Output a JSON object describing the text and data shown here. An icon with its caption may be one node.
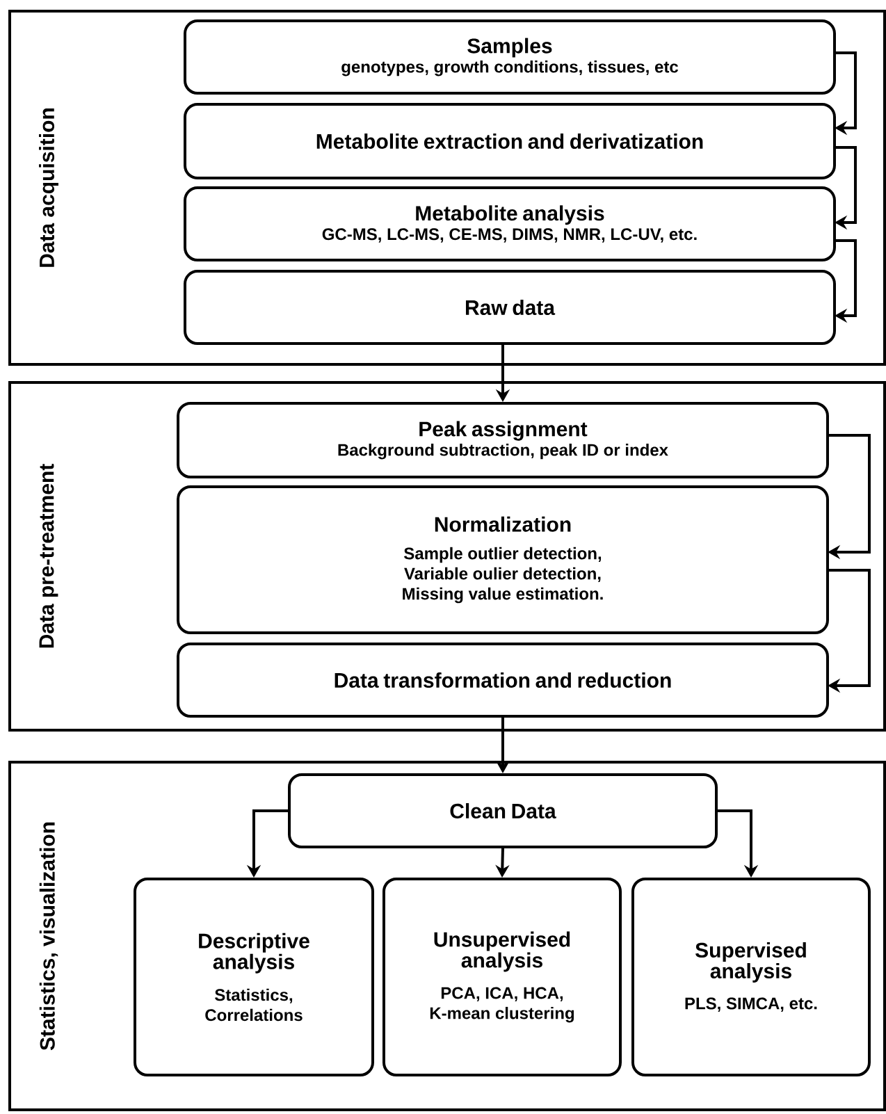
{
  "diagram": {
    "nodes": [
      {
        "text": [
          "Data acquisition"
        ]
      },
      {
        "text": [
          "Samples",
          "genotypes, growth conditions, tissues, etc"
        ],
        "in": 0
      },
      {
        "text": [
          "Metabolite extraction and derivatization"
        ],
        "in": 0
      },
      {
        "text": [
          "Metabolite analysis",
          "GC-MS, LC-MS, CE-MS, DIMS, NMR, LC-UV, etc."
        ],
        "in": 0
      },
      {
        "text": [
          "Raw data"
        ],
        "in": 0
      },
      {
        "text": [
          "Data pre-treatment"
        ]
      },
      {
        "text": [
          "Peak assignment",
          "Background subtraction, peak ID or index"
        ],
        "in": 5
      },
      {
        "text": [
          "Normalization",
          "Sample outlier detection, Variable oulier detection, Missing value estimation."
        ],
        "in": 5
      },
      {
        "text": [
          "Data transformation and reduction"
        ],
        "in": 5
      },
      {
        "text": [
          "Statistics, visualization"
        ]
      },
      {
        "text": [
          "Clean Data"
        ],
        "in": 9
      },
      {
        "text": [
          "Descriptive analysis",
          "Statistics, Correlations"
        ],
        "in": 9
      },
      {
        "text": [
          "Unsupervised analysis",
          "PCA, ICA, HCA, K-mean clustering"
        ],
        "in": 9
      },
      {
        "text": [
          "Supervised analysis",
          "PLS, SIMCA, etc."
        ],
        "in": 9
      }
    ],
    "edges": [
      {
        "from": 1,
        "to": 2,
        "arrow": "to"
      },
      {
        "from": 2,
        "to": 3,
        "arrow": "to"
      },
      {
        "from": 3,
        "to": 4,
        "arrow": "to"
      },
      {
        "from": 4,
        "to": 6,
        "arrow": "to"
      },
      {
        "from": 6,
        "to": 7,
        "arrow": "to"
      },
      {
        "from": 7,
        "to": 8,
        "arrow": "to"
      },
      {
        "from": 8,
        "to": 10,
        "arrow": "to"
      },
      {
        "from": 10,
        "to": 11,
        "arrow": "to"
      },
      {
        "from": 10,
        "to": 12,
        "arrow": "to"
      },
      {
        "from": 10,
        "to": 13,
        "arrow": "to"
      }
    ]
  }
}
